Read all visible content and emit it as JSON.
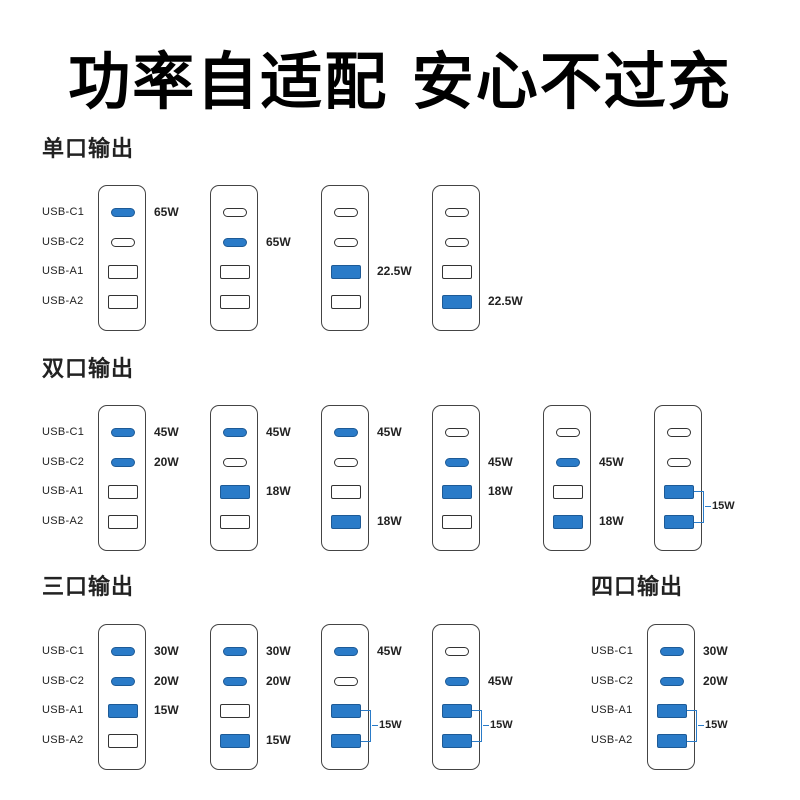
{
  "title": "功率自适配  安心不过充",
  "colors": {
    "active_port": "#2a7bc8",
    "outline": "#444444",
    "text": "#222222"
  },
  "port_labels": [
    "USB-C1",
    "USB-C2",
    "USB-A1",
    "USB-A2"
  ],
  "sections": {
    "single": {
      "heading": "单口输出",
      "configs": [
        {
          "active": [
            "C1"
          ],
          "watts": {
            "C1": "65W"
          }
        },
        {
          "active": [
            "C2"
          ],
          "watts": {
            "C2": "65W"
          }
        },
        {
          "active": [
            "A1"
          ],
          "watts": {
            "A1": "22.5W"
          }
        },
        {
          "active": [
            "A2"
          ],
          "watts": {
            "A2": "22.5W"
          }
        }
      ]
    },
    "dual": {
      "heading": "双口输出",
      "configs": [
        {
          "active": [
            "C1",
            "C2"
          ],
          "watts": {
            "C1": "45W",
            "C2": "20W"
          }
        },
        {
          "active": [
            "C1",
            "A1"
          ],
          "watts": {
            "C1": "45W",
            "A1": "18W"
          }
        },
        {
          "active": [
            "C1",
            "A2"
          ],
          "watts": {
            "C1": "45W",
            "A2": "18W"
          }
        },
        {
          "active": [
            "C2",
            "A1"
          ],
          "watts": {
            "C2": "45W",
            "A1": "18W"
          }
        },
        {
          "active": [
            "C2",
            "A2"
          ],
          "watts": {
            "C2": "45W",
            "A2": "18W"
          }
        },
        {
          "active": [
            "A1",
            "A2"
          ],
          "shared": "15W"
        }
      ]
    },
    "triple": {
      "heading": "三口输出",
      "configs": [
        {
          "active": [
            "C1",
            "C2",
            "A1"
          ],
          "watts": {
            "C1": "30W",
            "C2": "20W",
            "A1": "15W"
          }
        },
        {
          "active": [
            "C1",
            "C2",
            "A2"
          ],
          "watts": {
            "C1": "30W",
            "C2": "20W",
            "A2": "15W"
          }
        },
        {
          "active": [
            "C1",
            "A1",
            "A2"
          ],
          "watts": {
            "C1": "45W"
          },
          "shared": "15W"
        },
        {
          "active": [
            "C2",
            "A1",
            "A2"
          ],
          "watts": {
            "C2": "45W"
          },
          "shared": "15W"
        }
      ]
    },
    "quad": {
      "heading": "四口输出",
      "configs": [
        {
          "active": [
            "C1",
            "C2",
            "A1",
            "A2"
          ],
          "watts": {
            "C1": "30W",
            "C2": "20W"
          },
          "shared": "15W"
        }
      ]
    }
  }
}
